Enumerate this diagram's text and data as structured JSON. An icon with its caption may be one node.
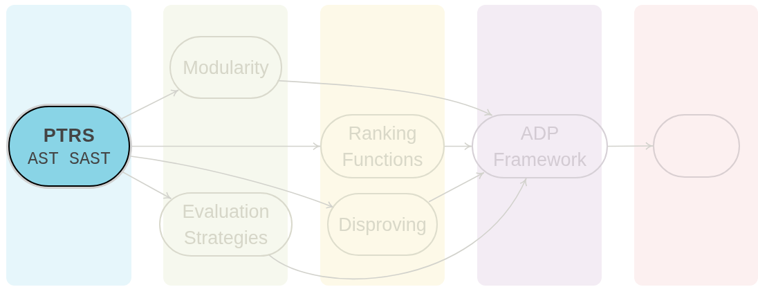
{
  "diagram": {
    "nodes": [
      {
        "text": [
          "PTRS",
          "AST SAST"
        ]
      },
      {
        "text": [
          "Modularity"
        ]
      },
      {
        "text": [
          "Evaluation Strategies"
        ]
      },
      {
        "text": [
          "Ranking Functions"
        ]
      },
      {
        "text": [
          "Disproving"
        ]
      },
      {
        "text": [
          "ADP Framework"
        ]
      },
      {
        "text": [],
        "shape": "box"
      }
    ],
    "edges": [
      {
        "from": 0,
        "to": 1,
        "arrow": "to"
      },
      {
        "from": 0,
        "to": 3,
        "arrow": "to"
      },
      {
        "from": 0,
        "to": 4,
        "arrow": "to"
      },
      {
        "from": 0,
        "to": 2,
        "arrow": "to"
      },
      {
        "from": 1,
        "to": 5,
        "arrow": "to"
      },
      {
        "from": 3,
        "to": 5,
        "arrow": "to"
      },
      {
        "from": 4,
        "to": 5,
        "arrow": "to"
      },
      {
        "from": 2,
        "to": 5,
        "arrow": "to"
      },
      {
        "from": 5,
        "to": 6,
        "arrow": "to"
      }
    ]
  }
}
